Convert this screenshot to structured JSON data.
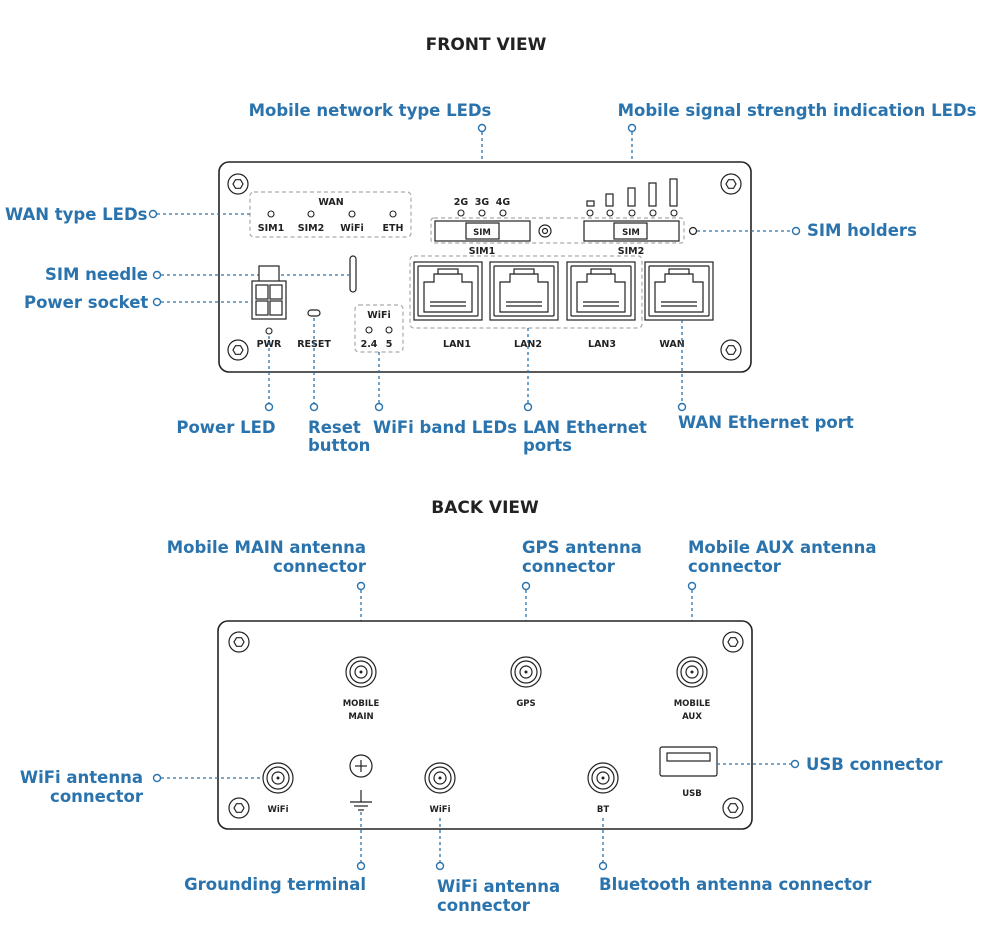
{
  "front": {
    "title": "FRONT VIEW",
    "wan_group_label": "WAN",
    "wan_leds": [
      "SIM1",
      "SIM2",
      "WiFi",
      "ETH"
    ],
    "network_leds": [
      "2G",
      "3G",
      "4G"
    ],
    "sim_slot_label": "SIM",
    "sim1_label": "SIM1",
    "sim2_label": "SIM2",
    "wifi_group_label": "WiFi",
    "wifi_leds": [
      "2.4",
      "5"
    ],
    "pwr_label": "PWR",
    "reset_label": "RESET",
    "lan_labels": [
      "LAN1",
      "LAN2",
      "LAN3"
    ],
    "wan_port_label": "WAN",
    "callouts": {
      "mobile_network": "Mobile network type LEDs",
      "signal_strength": "Mobile signal strength indication LEDs",
      "wan_type": "WAN type LEDs",
      "sim_holders": "SIM holders",
      "sim_needle": "SIM needle",
      "power_socket": "Power socket",
      "power_led": "Power LED",
      "reset_line1": "Reset",
      "reset_line2": "button",
      "wifi_band": "WiFi band LEDs",
      "lan_line1": "LAN Ethernet",
      "lan_line2": "ports",
      "wan_port": "WAN Ethernet port"
    }
  },
  "back": {
    "title": "BACK VIEW",
    "mobile_main_line1": "MOBILE",
    "mobile_main_line2": "MAIN",
    "gps_label": "GPS",
    "mobile_aux_line1": "MOBILE",
    "mobile_aux_line2": "AUX",
    "wifi_label": "WiFi",
    "bt_label": "BT",
    "usb_label": "USB",
    "callouts": {
      "main_line1": "Mobile MAIN antenna",
      "main_line2": "connector",
      "gps_line1": "GPS antenna",
      "gps_line2": "connector",
      "aux_line1": "Mobile AUX antenna",
      "aux_line2": "connector",
      "wifi_left_line1": "WiFi antenna",
      "wifi_left_line2": "connector",
      "usb": "USB connector",
      "grounding": "Grounding terminal",
      "wifi_bottom_line1": "WiFi antenna",
      "wifi_bottom_line2": "connector",
      "bluetooth": "Bluetooth antenna connector"
    }
  },
  "colors": {
    "callout": "#2a73ad",
    "outline": "#222222",
    "group_border": "#aaaaaa"
  }
}
